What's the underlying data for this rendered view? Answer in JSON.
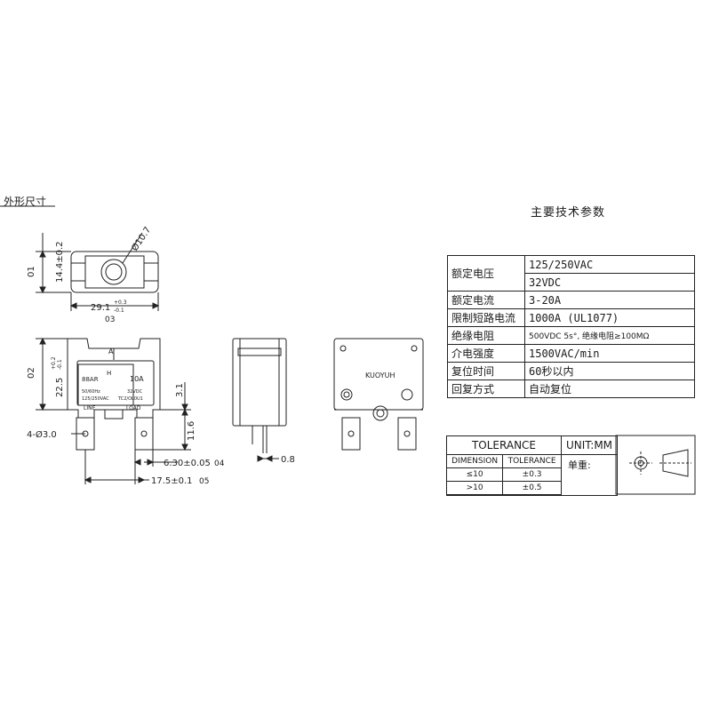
{
  "header_fragment": "外形尺寸",
  "specs": {
    "title": "主要技术参数",
    "rows": [
      {
        "label": "额定电压",
        "value": "125/250VAC"
      },
      {
        "label": "",
        "value": "32VDC"
      },
      {
        "label": "额定电流",
        "value": "3-20A"
      },
      {
        "label": "限制短路电流",
        "value": "1000A (UL1077)"
      },
      {
        "label": "绝缘电阻",
        "value": "500VDC 5s°, 绝缘电阻≥100MΩ"
      },
      {
        "label": "介电强度",
        "value": "1500VAC/min"
      },
      {
        "label": "复位时间",
        "value": "60秒以内"
      },
      {
        "label": "回复方式",
        "value": "自动复位"
      }
    ]
  },
  "tolerance": {
    "title": "TOLERANCE",
    "unit": "UNIT:MM",
    "weight_label": "单重:",
    "headers": [
      "DIMENSION",
      "TOLERANCE"
    ],
    "rows": [
      [
        "≤10",
        "±0.3"
      ],
      [
        ">10",
        "±0.5"
      ]
    ]
  },
  "dimensions": {
    "d1_label": "01",
    "d1_value": "14.4±0.2",
    "diameter": "Ø10.7",
    "d3_value": "29.1",
    "d3_tol_plus": "+0.3",
    "d3_tol_minus": "-0.1",
    "d3_label": "03",
    "d2_label": "02",
    "d2_value": "22.5",
    "d2_tol_plus": "+0.2",
    "d2_tol_minus": "-0.1",
    "pin_gap": "3.1",
    "pin_len": "11.6",
    "holes": "4-Ø3.0",
    "d4_value": "6.30±0.05",
    "d4_label": "04",
    "d5_value": "17.5±0.1",
    "d5_label": "05",
    "thickness": "0.8"
  },
  "device": {
    "letter_a": "A",
    "model": "88AR",
    "rating": "10A",
    "brand_mark": "H",
    "freq": "50/60Hz",
    "ac_rating": "125/250VAC",
    "dc_rating": "32VDC",
    "code": "TC2/OL0U1",
    "line": "LINE",
    "load": "LOAD",
    "back_brand": "KUOYUH"
  }
}
